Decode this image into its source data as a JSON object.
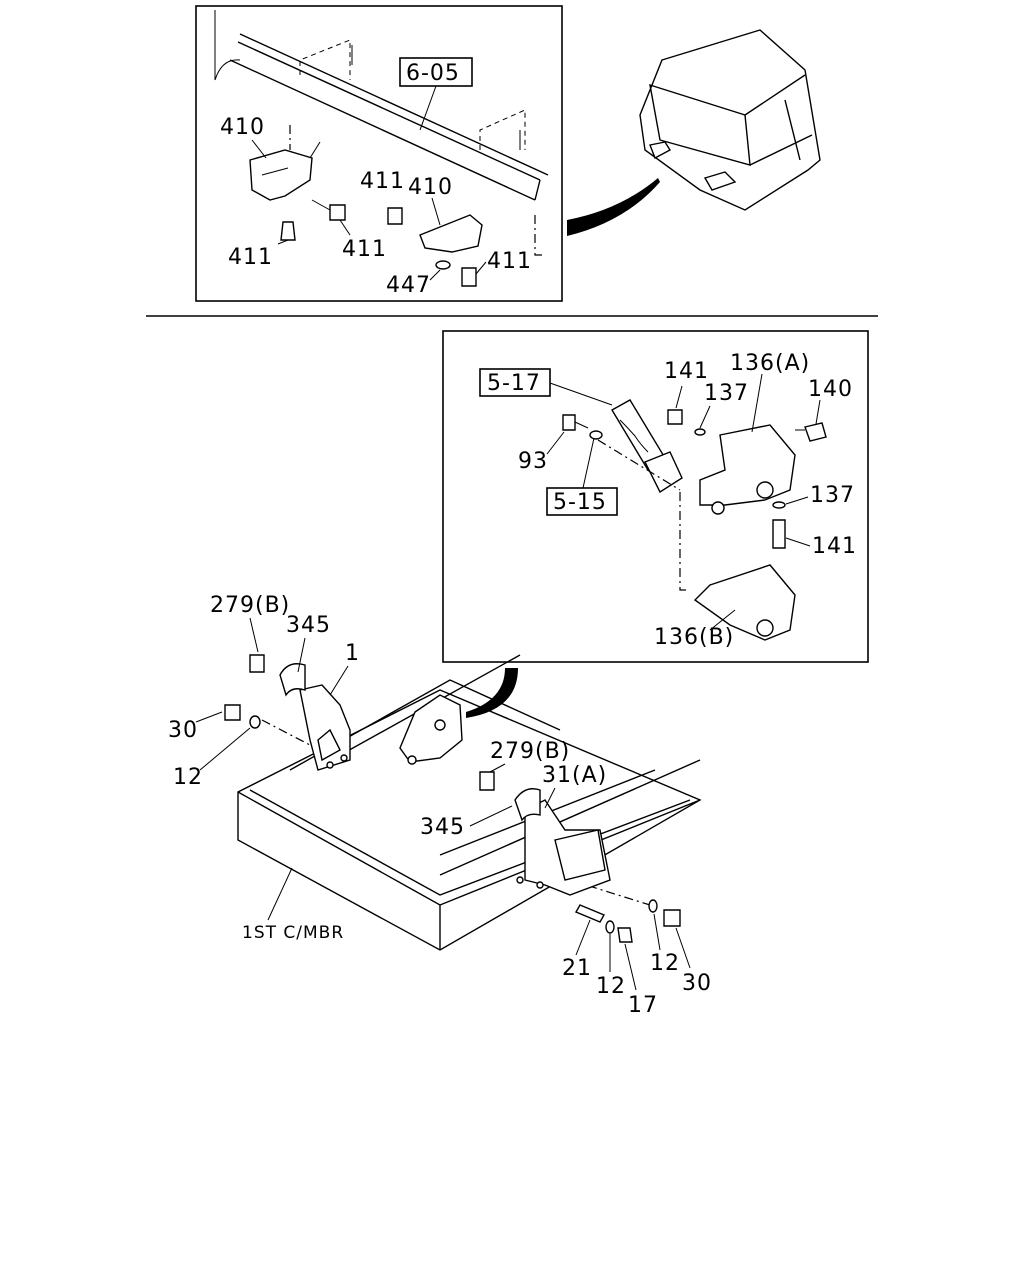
{
  "callouts": {
    "group_top": "6-05",
    "group_mid_a": "5-17",
    "group_mid_b": "5-15"
  },
  "top_panel": {
    "labels": [
      "410",
      "411",
      "411",
      "411",
      "410",
      "411",
      "447"
    ]
  },
  "mid_panel": {
    "labels": [
      "141",
      "136(A)",
      "137",
      "140",
      "93",
      "137",
      "141",
      "136(B)"
    ]
  },
  "main": {
    "labels": [
      "279(B)",
      "345",
      "1",
      "30",
      "12",
      "279(B)",
      "31(A)",
      "345",
      "21",
      "12",
      "17",
      "12",
      "30"
    ],
    "frame_label": "1ST C/MBR"
  }
}
